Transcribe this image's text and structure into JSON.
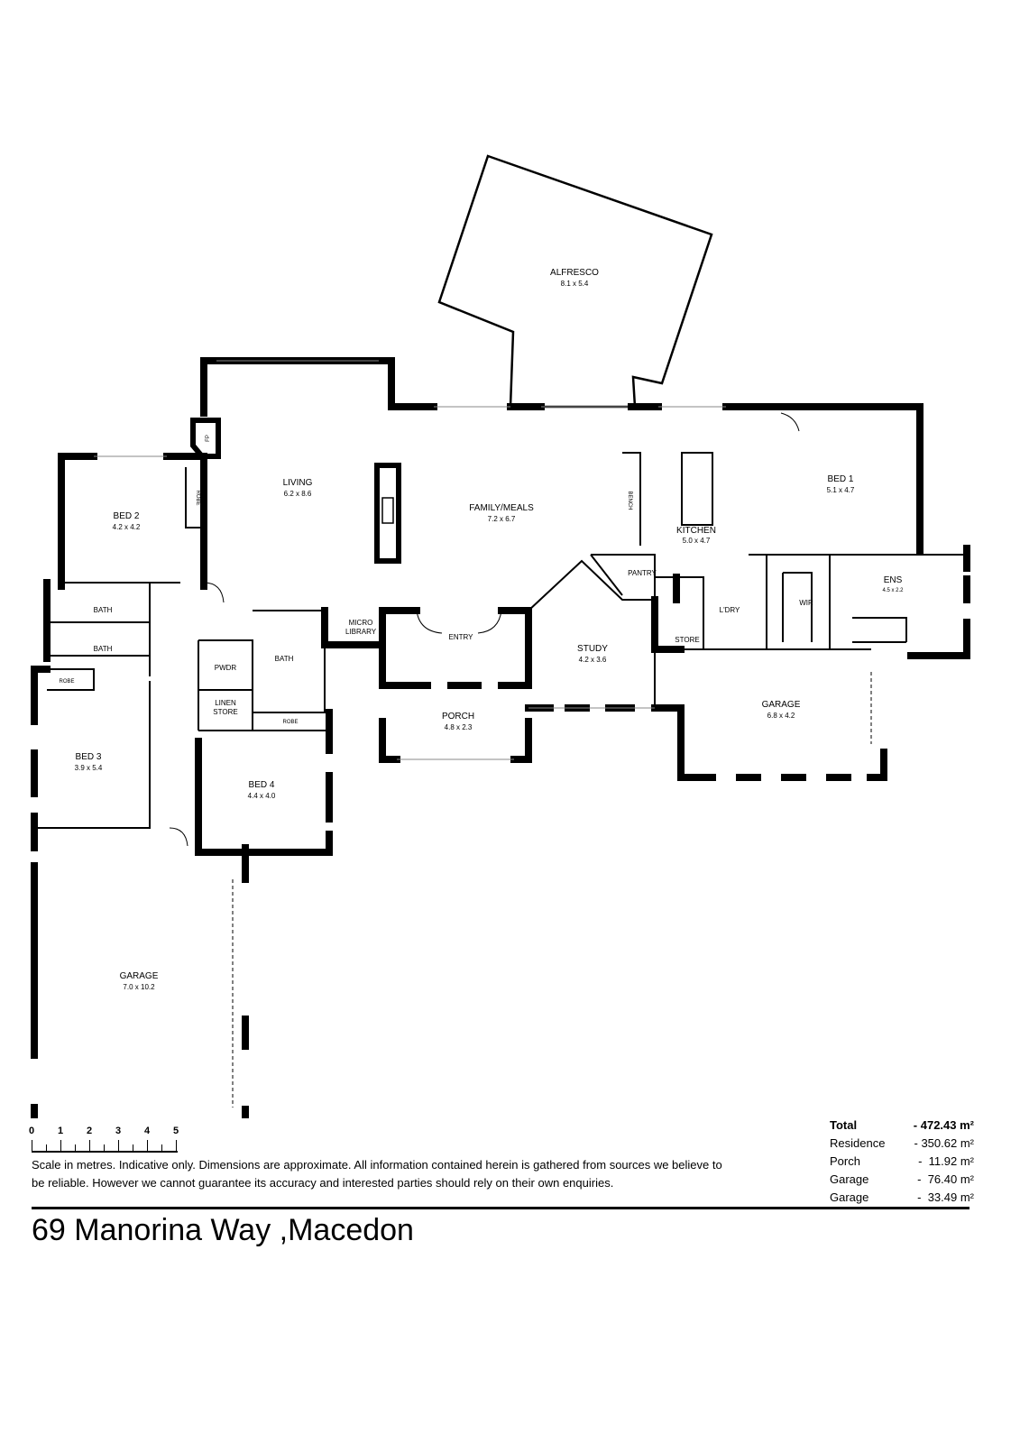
{
  "rooms": {
    "alfresco": {
      "name": "ALFRESCO",
      "dim": "8.1 x 5.4"
    },
    "living": {
      "name": "LIVING",
      "dim": "6.2 x 8.6"
    },
    "family": {
      "name": "FAMILY/MEALS",
      "dim": "7.2 x 6.7"
    },
    "bed1": {
      "name": "BED 1",
      "dim": "5.1 x 4.7"
    },
    "bed2": {
      "name": "BED 2",
      "dim": "4.2 x 4.2"
    },
    "bed3": {
      "name": "BED 3",
      "dim": "3.9 x 5.4"
    },
    "bed4": {
      "name": "BED 4",
      "dim": "4.4 x 4.0"
    },
    "kitchen": {
      "name": "KITCHEN",
      "dim": "5.0 x 4.7"
    },
    "study": {
      "name": "STUDY",
      "dim": "4.2 x 3.6"
    },
    "porch": {
      "name": "PORCH",
      "dim": "4.8 x 2.3"
    },
    "garage_right": {
      "name": "GARAGE",
      "dim": "6.8 x 4.2"
    },
    "garage_left": {
      "name": "GARAGE",
      "dim": "7.0 x 10.2"
    },
    "ens": {
      "name": "ENS",
      "dim": "4.5 x 2.2"
    },
    "wir": {
      "name": "WIR"
    },
    "laundry": {
      "name": "L'DRY"
    },
    "store": {
      "name": "STORE"
    },
    "pantry": {
      "name": "PANTRY"
    },
    "entry": {
      "name": "ENTRY"
    },
    "micro_library": {
      "name_1": "MICRO",
      "name_2": "LIBRARY"
    },
    "bath_a": {
      "name": "BATH"
    },
    "bath_b": {
      "name": "BATH"
    },
    "bath_c": {
      "name": "BATH"
    },
    "pwdr": {
      "name": "PWDR"
    },
    "linen_store": {
      "name_1": "LINEN",
      "name_2": "STORE"
    },
    "robe_bed2": {
      "name": "ROBE"
    },
    "robe_bed3": {
      "name": "ROBE"
    },
    "robe_bed4": {
      "name": "ROBE"
    },
    "fp": {
      "name": "FP"
    },
    "bench": {
      "name": "BENCH"
    }
  },
  "scale": {
    "labels": [
      "0",
      "1",
      "2",
      "3",
      "4",
      "5"
    ]
  },
  "disclaimer": "Scale in metres. Indicative only. Dimensions are approximate. All information contained herein is gathered from sources we believe to be reliable. However we cannot guarantee its accuracy and interested parties should rely on their own enquiries.",
  "areas": [
    {
      "label": "Total",
      "value": "- 472.43 m²"
    },
    {
      "label": "Residence",
      "value": "- 350.62 m²"
    },
    {
      "label": "Porch",
      "value": "-  11.92 m²"
    },
    {
      "label": "Garage",
      "value": "-  76.40 m²"
    },
    {
      "label": "Garage",
      "value": "-  33.49 m²"
    }
  ],
  "address": "69 Manorina Way ,Macedon"
}
